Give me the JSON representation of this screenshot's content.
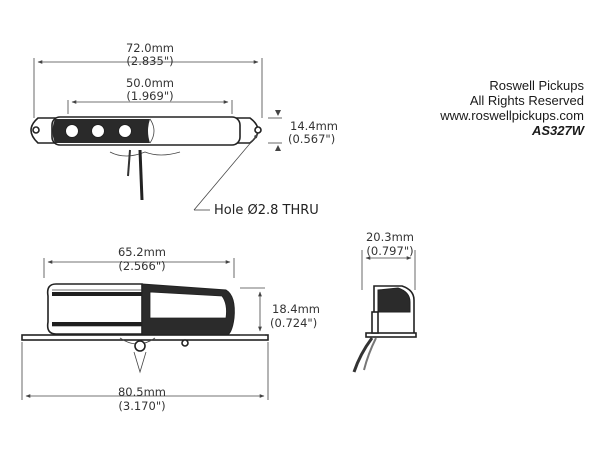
{
  "credits": {
    "company": "Roswell Pickups",
    "rights": "All Rights Reserved",
    "website": "www.roswellpickups.com",
    "model": "AS327W"
  },
  "top_view": {
    "overall_length": "72.0mm",
    "overall_length_in": "(2.835\")",
    "pole_span": "50.0mm",
    "pole_span_in": "(1.969\")",
    "width": "14.4mm",
    "width_in": "(0.567\")",
    "hole_note": "Hole Ø2.8 THRU"
  },
  "front_view": {
    "bobbin_length": "65.2mm",
    "bobbin_length_in": "(2.566\")",
    "height": "18.4mm",
    "height_in": "(0.724\")",
    "baseplate_length": "80.5mm",
    "baseplate_length_in": "(3.170\")"
  },
  "side_view": {
    "depth": "20.3mm",
    "depth_in": "(0.797\")"
  }
}
